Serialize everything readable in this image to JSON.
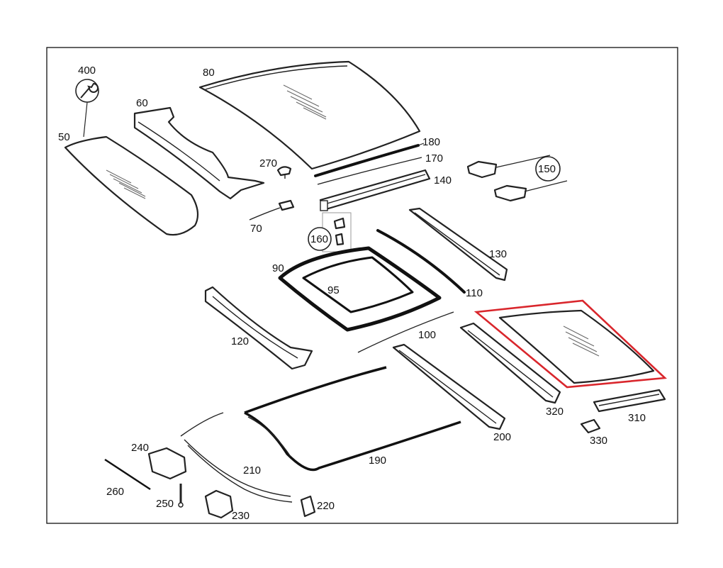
{
  "labels": {
    "p400": "400",
    "p50": "50",
    "p60": "60",
    "p80": "80",
    "p180": "180",
    "p170": "170",
    "p140": "140",
    "p270": "270",
    "p150": "150",
    "p70": "70",
    "p160": "160",
    "p130": "130",
    "p90": "90",
    "p95": "95",
    "p110": "110",
    "p100": "100",
    "p120": "120",
    "p320": "320",
    "p310": "310",
    "p330": "330",
    "p200": "200",
    "p190": "190",
    "p240": "240",
    "p210": "210",
    "p260": "260",
    "p250": "250",
    "p230": "230",
    "p220": "220"
  },
  "colors": {
    "highlight": "#d9262c",
    "line": "#222222",
    "frame": "#111111"
  },
  "icons": {
    "tool": "wrench-icon"
  }
}
